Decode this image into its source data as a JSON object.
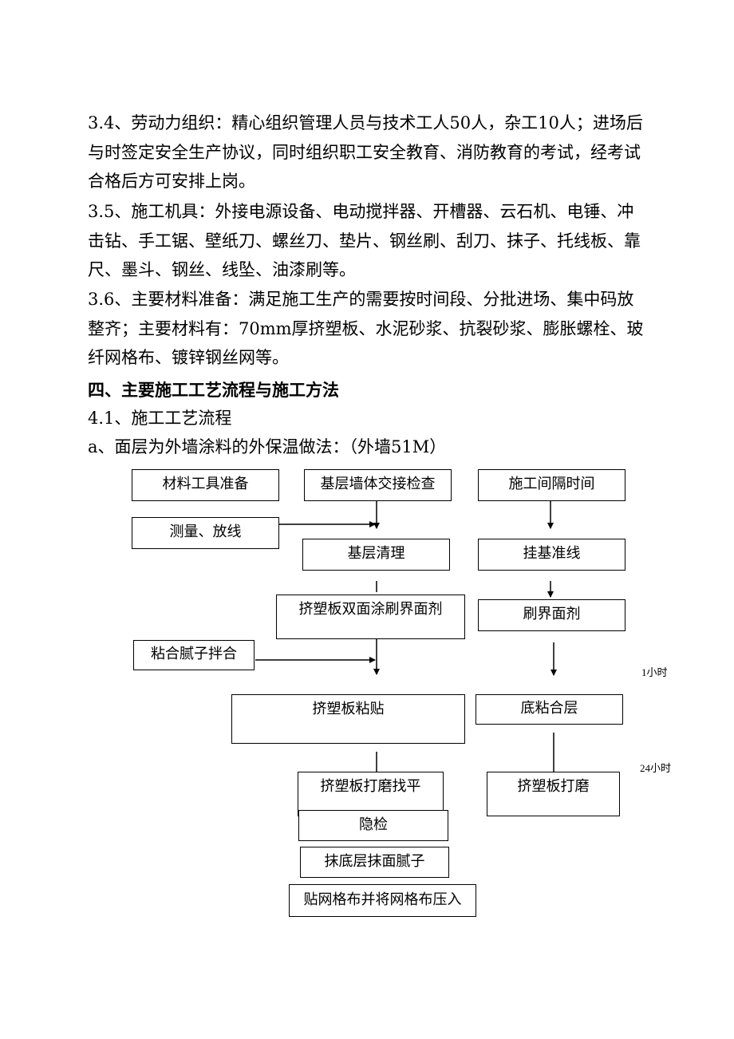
{
  "paragraphs": {
    "p34": "3.4、劳动力组织：精心组织管理人员与技术工人50人，杂工10人；进场后与时签定安全生产协议，同时组织职工安全教育、消防教育的考试，经考试合格后方可安排上岗。",
    "p35": "3.5、施工机具：外接电源设备、电动搅拌器、开槽器、云石机、电锤、冲击钻、手工锯、壁纸刀、螺丝刀、垫片、钢丝刷、刮刀、抹子、托线板、靠尺、墨斗、钢丝、线坠、油漆刷等。",
    "p36": "3.6、主要材料准备：满足施工生产的需要按时间段、分批进场、集中码放整齐；主要材料有：70mm厚挤塑板、水泥砂浆、抗裂砂浆、膨胀螺栓、玻纤网格布、镀锌钢丝网等。"
  },
  "section_heading": "四、主要施工工艺流程与施工方法",
  "subheading": "4.1、施工工艺流程",
  "method_line": "a、面层为外墙涂料的外保温做法：（外墙51M）",
  "flowchart": {
    "materials_tools": "材料工具准备",
    "base_wall_check": "基层墙体交接检查",
    "interval_time": "施工间隔时间",
    "survey_layout": "测量、放线",
    "base_cleaning": "基层清理",
    "hang_reference_line": "挂基准线",
    "xps_interface_both": "挤塑板双面涂刷界面剂",
    "brush_interface": "刷界面剂",
    "mix_putty": "粘合腻子拌合",
    "xps_bonding": "挤塑板粘贴",
    "base_bond_layer": "底粘合层",
    "xps_grind_level": "挤塑板打磨找平",
    "xps_grind": "挤塑板打磨",
    "hidden_inspection": "隐检",
    "base_face_putty": "抹底层抹面腻子",
    "mesh_press": "贴网格布并将网格布压入",
    "note_1h": "1小时",
    "note_24h": "24小时"
  }
}
